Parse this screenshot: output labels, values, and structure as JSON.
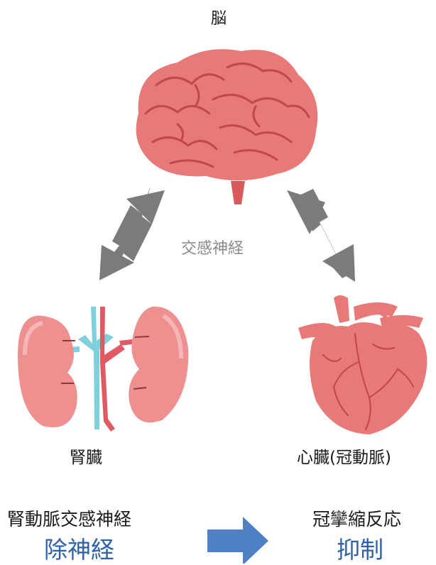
{
  "labels": {
    "brain": "脳",
    "sympathetic": "交感神経",
    "kidney": "腎臓",
    "heart": "心臓(冠動脈)"
  },
  "procedure": {
    "left_top": "腎動脈交感神経",
    "left_bottom": "除神経",
    "right_top": "冠攣縮反応",
    "right_bottom": "抑制"
  },
  "colors": {
    "organ_pink": "#e77a78",
    "organ_dark": "#c9504f",
    "kidney_pink": "#ee8f90",
    "vessel_blue": "#7ed0dc",
    "vessel_red": "#e05a64",
    "arrow_gray": "#7b7b7b",
    "arrow_blue": "#4f80c4",
    "text_blue": "#2f61a8"
  }
}
